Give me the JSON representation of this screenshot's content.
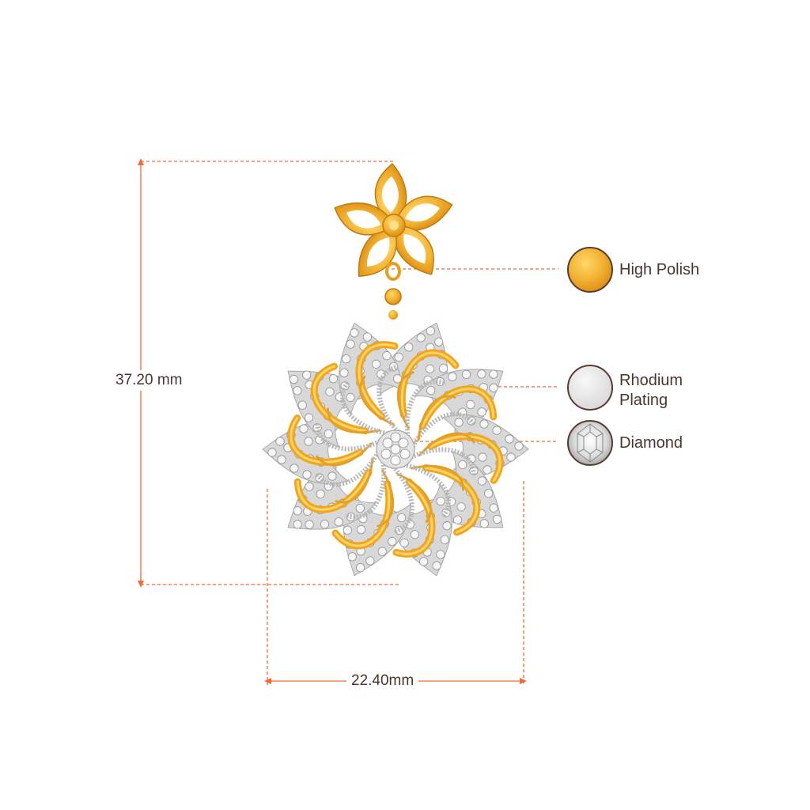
{
  "dimensions": {
    "height_label": "37.20 mm",
    "width_label": "22.40mm"
  },
  "legend": [
    {
      "label": "High Polish",
      "icon": "gold-swatch-icon"
    },
    {
      "label": "Rhodium Plating",
      "icon": "rhodium-swatch-icon"
    },
    {
      "label": "Diamond",
      "icon": "diamond-swatch-icon"
    }
  ],
  "colors": {
    "guide_line": "#f26a36",
    "text": "#4a3530",
    "gold": "#f2b233",
    "gold_dark": "#d98c12",
    "rhodium": "#e6e6e6",
    "diamond": "#f4f4f4"
  }
}
